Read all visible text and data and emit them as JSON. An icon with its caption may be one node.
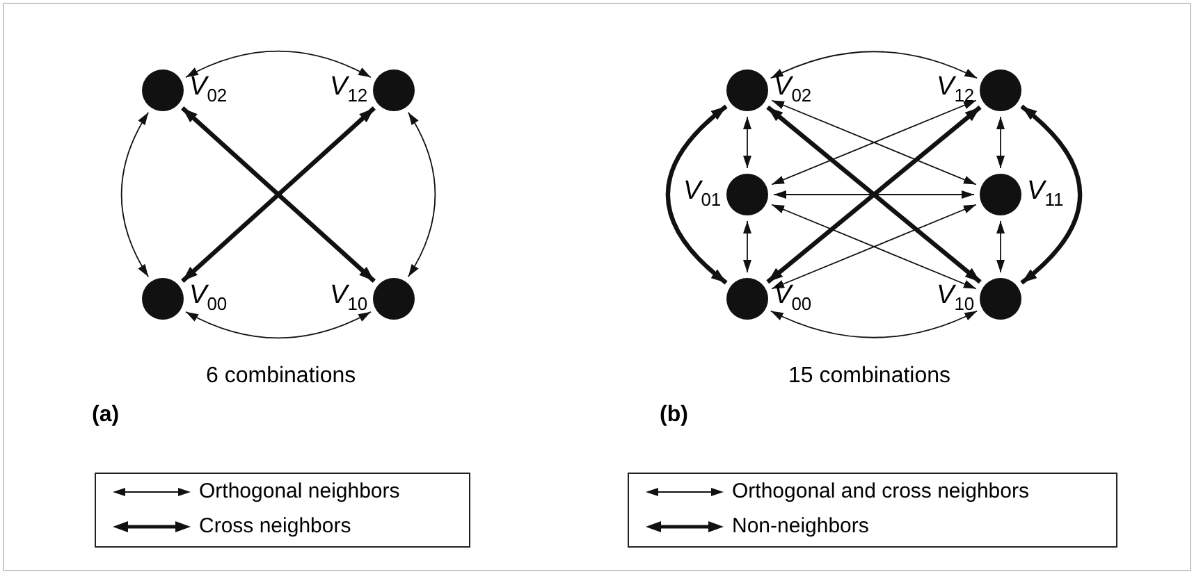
{
  "diagram": {
    "nodes": [
      {
        "text": [],
        "shape": "circle",
        "beside": [
          "*V*$_{02}$"
        ]
      },
      {
        "text": [],
        "shape": "circle",
        "beside": [
          "*V*$_{12}$"
        ]
      },
      {
        "text": [],
        "shape": "circle",
        "beside": [
          "*V*$_{00}$"
        ]
      },
      {
        "text": [],
        "shape": "circle",
        "beside": [
          "*V*$_{10}$"
        ]
      },
      {
        "text": [],
        "shape": "circle",
        "beside": [
          "*V*$_{02}$"
        ]
      },
      {
        "text": [],
        "shape": "circle",
        "beside": [
          "*V*$_{12}$"
        ]
      },
      {
        "text": [],
        "shape": "circle",
        "beside": [
          "*V*$_{01}$"
        ]
      },
      {
        "text": [],
        "shape": "circle",
        "beside": [
          "*V*$_{11}$"
        ]
      },
      {
        "text": [],
        "shape": "circle",
        "beside": [
          "*V*$_{00}$"
        ]
      },
      {
        "text": [],
        "shape": "circle",
        "beside": [
          "*V*$_{10}$"
        ]
      }
    ],
    "edges": [
      {
        "from": 0,
        "to": 1,
        "arrow": "both"
      },
      {
        "from": 0,
        "to": 2,
        "arrow": "both"
      },
      {
        "from": 1,
        "to": 3,
        "arrow": "both"
      },
      {
        "from": 2,
        "to": 3,
        "arrow": "both"
      },
      {
        "from": 0,
        "to": 3,
        "arrow": "both",
        "style": "thick"
      },
      {
        "from": 2,
        "to": 1,
        "arrow": "both",
        "style": "thick"
      },
      {
        "from": 4,
        "to": 5,
        "arrow": "both"
      },
      {
        "from": 4,
        "to": 6,
        "arrow": "both"
      },
      {
        "from": 5,
        "to": 7,
        "arrow": "both"
      },
      {
        "from": 6,
        "to": 8,
        "arrow": "both"
      },
      {
        "from": 7,
        "to": 9,
        "arrow": "both"
      },
      {
        "from": 8,
        "to": 9,
        "arrow": "both"
      },
      {
        "from": 4,
        "to": 7,
        "arrow": "both"
      },
      {
        "from": 5,
        "to": 6,
        "arrow": "both"
      },
      {
        "from": 6,
        "to": 7,
        "arrow": "both"
      },
      {
        "from": 6,
        "to": 9,
        "arrow": "both"
      },
      {
        "from": 8,
        "to": 7,
        "arrow": "both"
      },
      {
        "from": 4,
        "to": 8,
        "arrow": "both",
        "style": "thick"
      },
      {
        "from": 5,
        "to": 9,
        "arrow": "both",
        "style": "thick"
      },
      {
        "from": 4,
        "to": 9,
        "arrow": "both",
        "style": "thick"
      },
      {
        "from": 8,
        "to": 5,
        "arrow": "both",
        "style": "thick"
      }
    ],
    "labels": [
      "6 combinations",
      "(a)",
      "15 combinations",
      "(b)"
    ],
    "legend": [
      {
        "text": "Orthogonal neighbors"
      },
      {
        "text": "Cross neighbors"
      },
      {
        "text": "Orthogonal and cross neighbors"
      },
      {
        "text": "Non-neighbors"
      }
    ]
  }
}
